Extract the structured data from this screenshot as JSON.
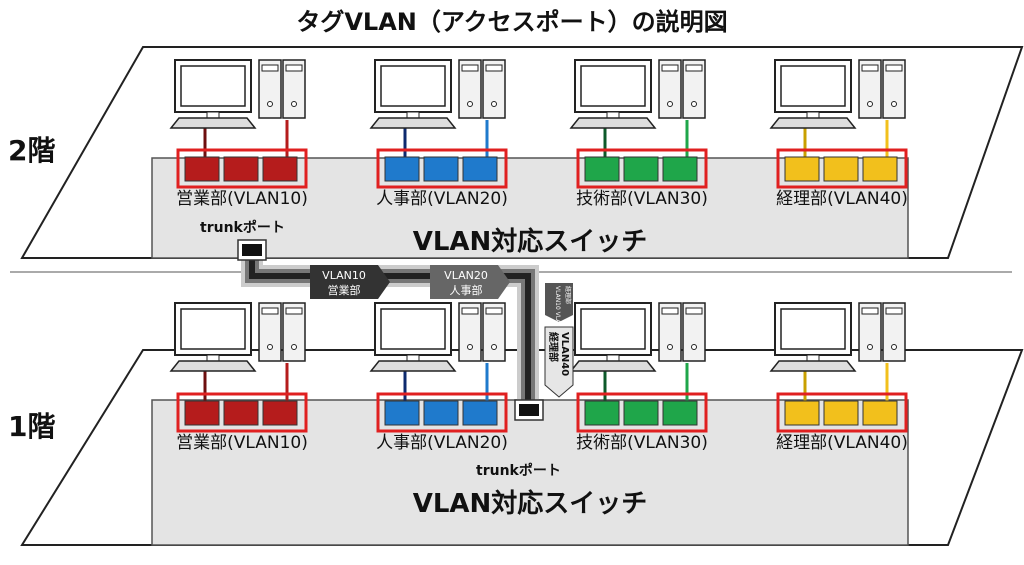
{
  "title": "タグVLAN（アクセスポート）の説明図",
  "switch_label": "VLAN対応スイッチ",
  "trunk_label": "trunkポート",
  "floors": [
    {
      "label": "2階"
    },
    {
      "label": "1階"
    }
  ],
  "departments": [
    {
      "label": "営業部(VLAN10)",
      "dark": "#6e0f0f",
      "color": "#b51c1c"
    },
    {
      "label": "人事部(VLAN20)",
      "dark": "#0d2a6e",
      "color": "#1f7acc"
    },
    {
      "label": "技術部(VLAN30)",
      "dark": "#0d5a2a",
      "color": "#1fa64a"
    },
    {
      "label": "経理部(VLAN40)",
      "dark": "#c9a000",
      "color": "#f2c01c"
    }
  ],
  "trunk_tags": [
    {
      "line1": "VLAN10",
      "line2": "営業部"
    },
    {
      "line1": "VLAN20",
      "line2": "人事部"
    },
    {
      "line1": "VLAN10 VLAN30",
      "line2": "経理部"
    },
    {
      "line1": "VLAN40",
      "line2": "経理部"
    }
  ],
  "highlight_color": "#e02020"
}
